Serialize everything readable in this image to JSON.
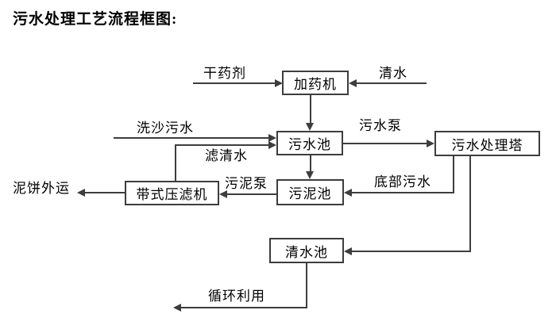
{
  "page": {
    "title": "污水处理工艺流程框图:"
  },
  "diagram": {
    "type": "flowchart",
    "colors": {
      "line": "#3d3d3d",
      "text": "#000000",
      "background": "#ffffff"
    },
    "nodes": {
      "dosing_machine": {
        "label": "加药机"
      },
      "sewage_pool": {
        "label": "污水池"
      },
      "treatment_tower": {
        "label": "污水处理塔"
      },
      "belt_filter_press": {
        "label": "带式压滤机"
      },
      "sludge_pool": {
        "label": "污泥池"
      },
      "clean_water_pool": {
        "label": "清水池"
      }
    },
    "edges": [
      {
        "id": "dry-agent-in",
        "from": "external",
        "to": "dosing_machine",
        "label": "干药剂"
      },
      {
        "id": "clean-water-in",
        "from": "external",
        "to": "dosing_machine",
        "label": "清水"
      },
      {
        "id": "dosing-to-sewage",
        "from": "dosing_machine",
        "to": "sewage_pool",
        "label": ""
      },
      {
        "id": "sand-washing-in",
        "from": "external",
        "to": "sewage_pool",
        "label": "洗沙污水"
      },
      {
        "id": "filtered-water-return",
        "from": "belt_filter_press",
        "to": "sewage_pool",
        "label": "滤清水"
      },
      {
        "id": "sewage-pump",
        "from": "sewage_pool",
        "to": "treatment_tower",
        "label": "污水泵"
      },
      {
        "id": "sewage-to-sludge",
        "from": "sewage_pool",
        "to": "sludge_pool",
        "label": ""
      },
      {
        "id": "sludge-pump",
        "from": "sludge_pool",
        "to": "belt_filter_press",
        "label": "污泥泵"
      },
      {
        "id": "mud-cake-out",
        "from": "belt_filter_press",
        "to": "external",
        "label": "泥饼外运"
      },
      {
        "id": "bottom-sewage",
        "from": "treatment_tower",
        "to": "sludge_pool",
        "label": "底部污水"
      },
      {
        "id": "tower-to-clean-pool",
        "from": "treatment_tower",
        "to": "clean_water_pool",
        "label": ""
      },
      {
        "id": "recycling-use",
        "from": "clean_water_pool",
        "to": "external",
        "label": "循环利用"
      }
    ]
  }
}
